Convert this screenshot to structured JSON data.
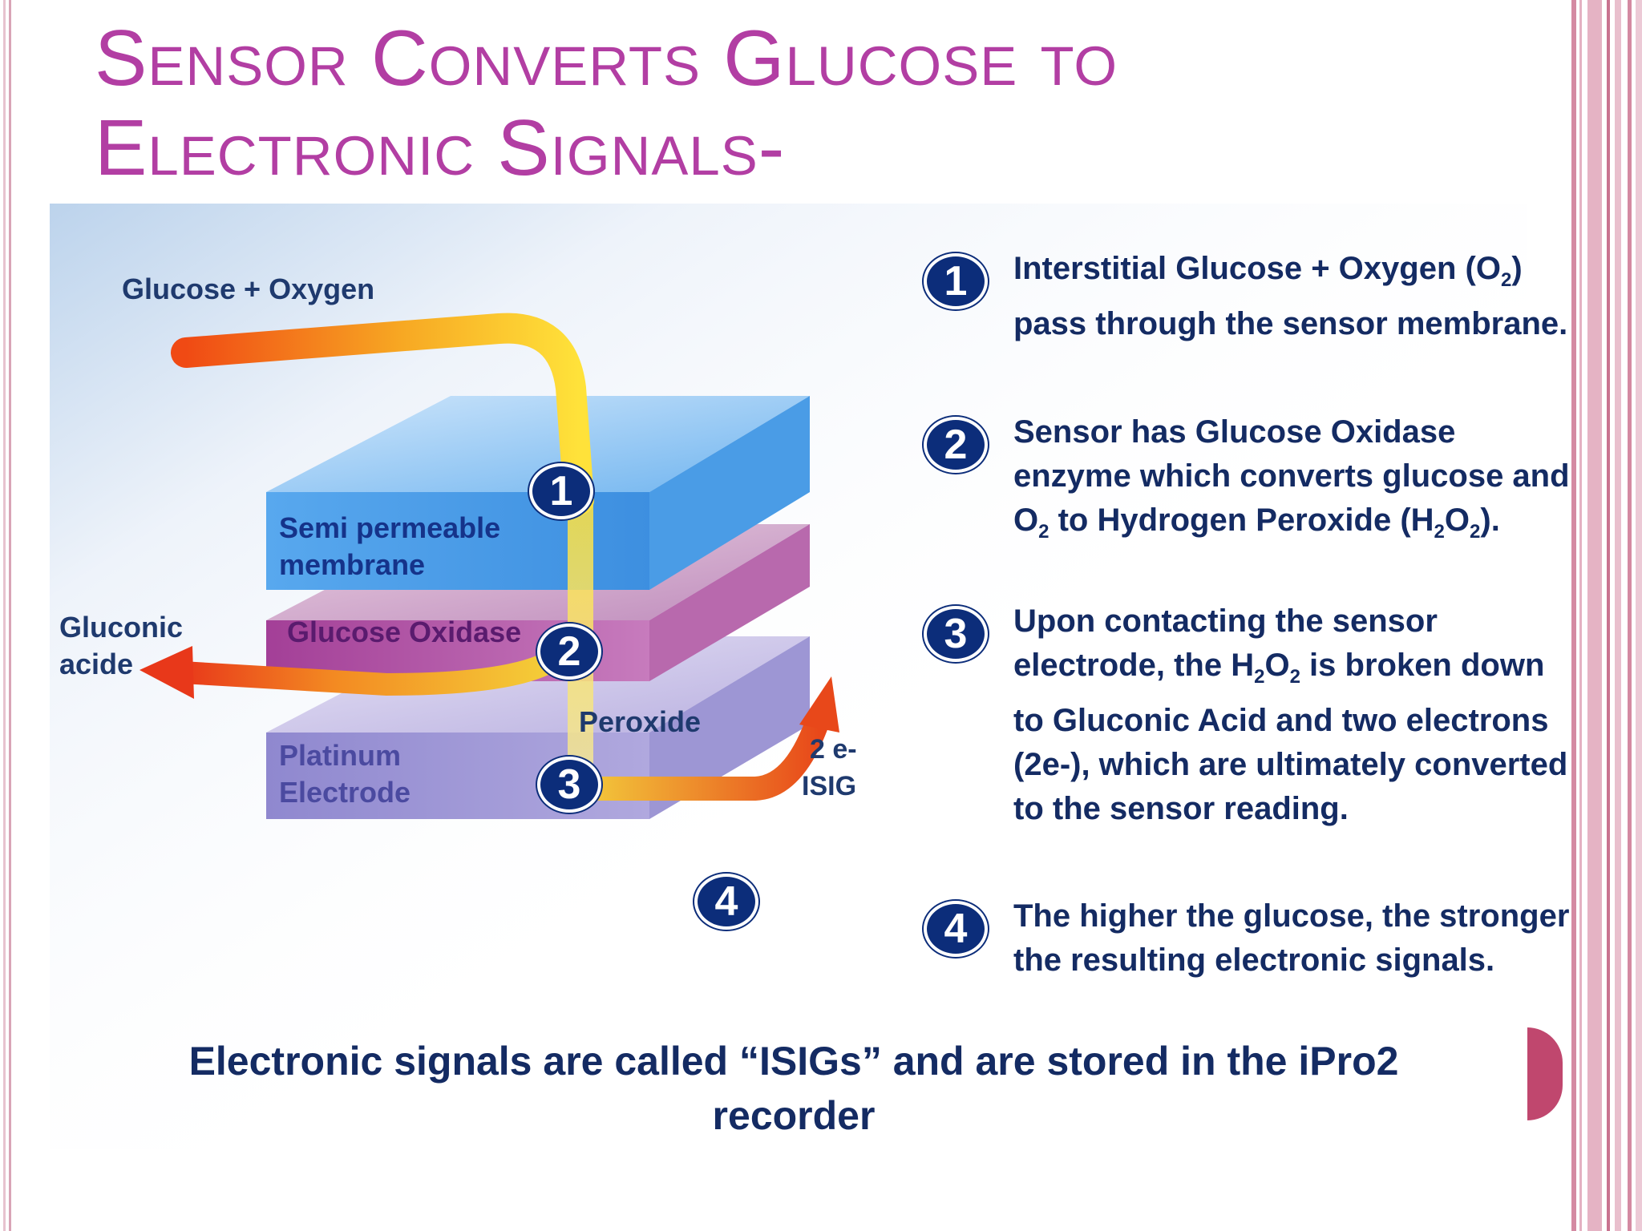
{
  "slide": {
    "title_line1": "Sensor Converts Glucose to",
    "title_line2": "Electronic Signals-"
  },
  "diagram": {
    "label_glucose_oxygen": "Glucose + Oxygen",
    "label_gluconic_1": "Gluconic",
    "label_gluconic_2": "acide",
    "label_membrane_1": "Semi permeable",
    "label_membrane_2": "membrane",
    "label_oxidase": "Glucose Oxidase",
    "label_peroxide": "Peroxide",
    "label_electrode_1": "Platinum",
    "label_electrode_2": "Electrode",
    "label_2e": "2 e-",
    "label_isig": "ISIG",
    "marker_1": "1",
    "marker_2": "2",
    "marker_3": "3",
    "marker_4": "4"
  },
  "steps": [
    {
      "number": "1",
      "line1_pre": "Interstitial Glucose + Oxygen (O",
      "line1_sub": "2",
      "line1_post": ")",
      "rest": "pass through the sensor membrane."
    },
    {
      "number": "2",
      "pre": "Sensor has Glucose Oxidase enzyme which converts glucose and O",
      "sub1": "2",
      "mid": " to Hydrogen Peroxide (H",
      "sub2": "2",
      "mid2": "O",
      "sub3": "2",
      "post": ")."
    },
    {
      "number": "3",
      "pre": "Upon contacting the sensor electrode, the H",
      "sub1": "2",
      "mid": "O",
      "sub2": "2",
      "post": " is broken down to Gluconic Acid and two electrons (2e-), which are ultimately converted to the sensor reading."
    },
    {
      "number": "4",
      "text": "The higher the glucose, the stronger the resulting electronic signals."
    }
  ],
  "footer": {
    "line": "Electronic signals are called “ISIGs” and are stored in the iPro2 recorder"
  },
  "colors": {
    "title": "#b23ea3",
    "body_text": "#142b63",
    "badge": "#0c2d7a",
    "accent_rail": "#c0476e"
  }
}
